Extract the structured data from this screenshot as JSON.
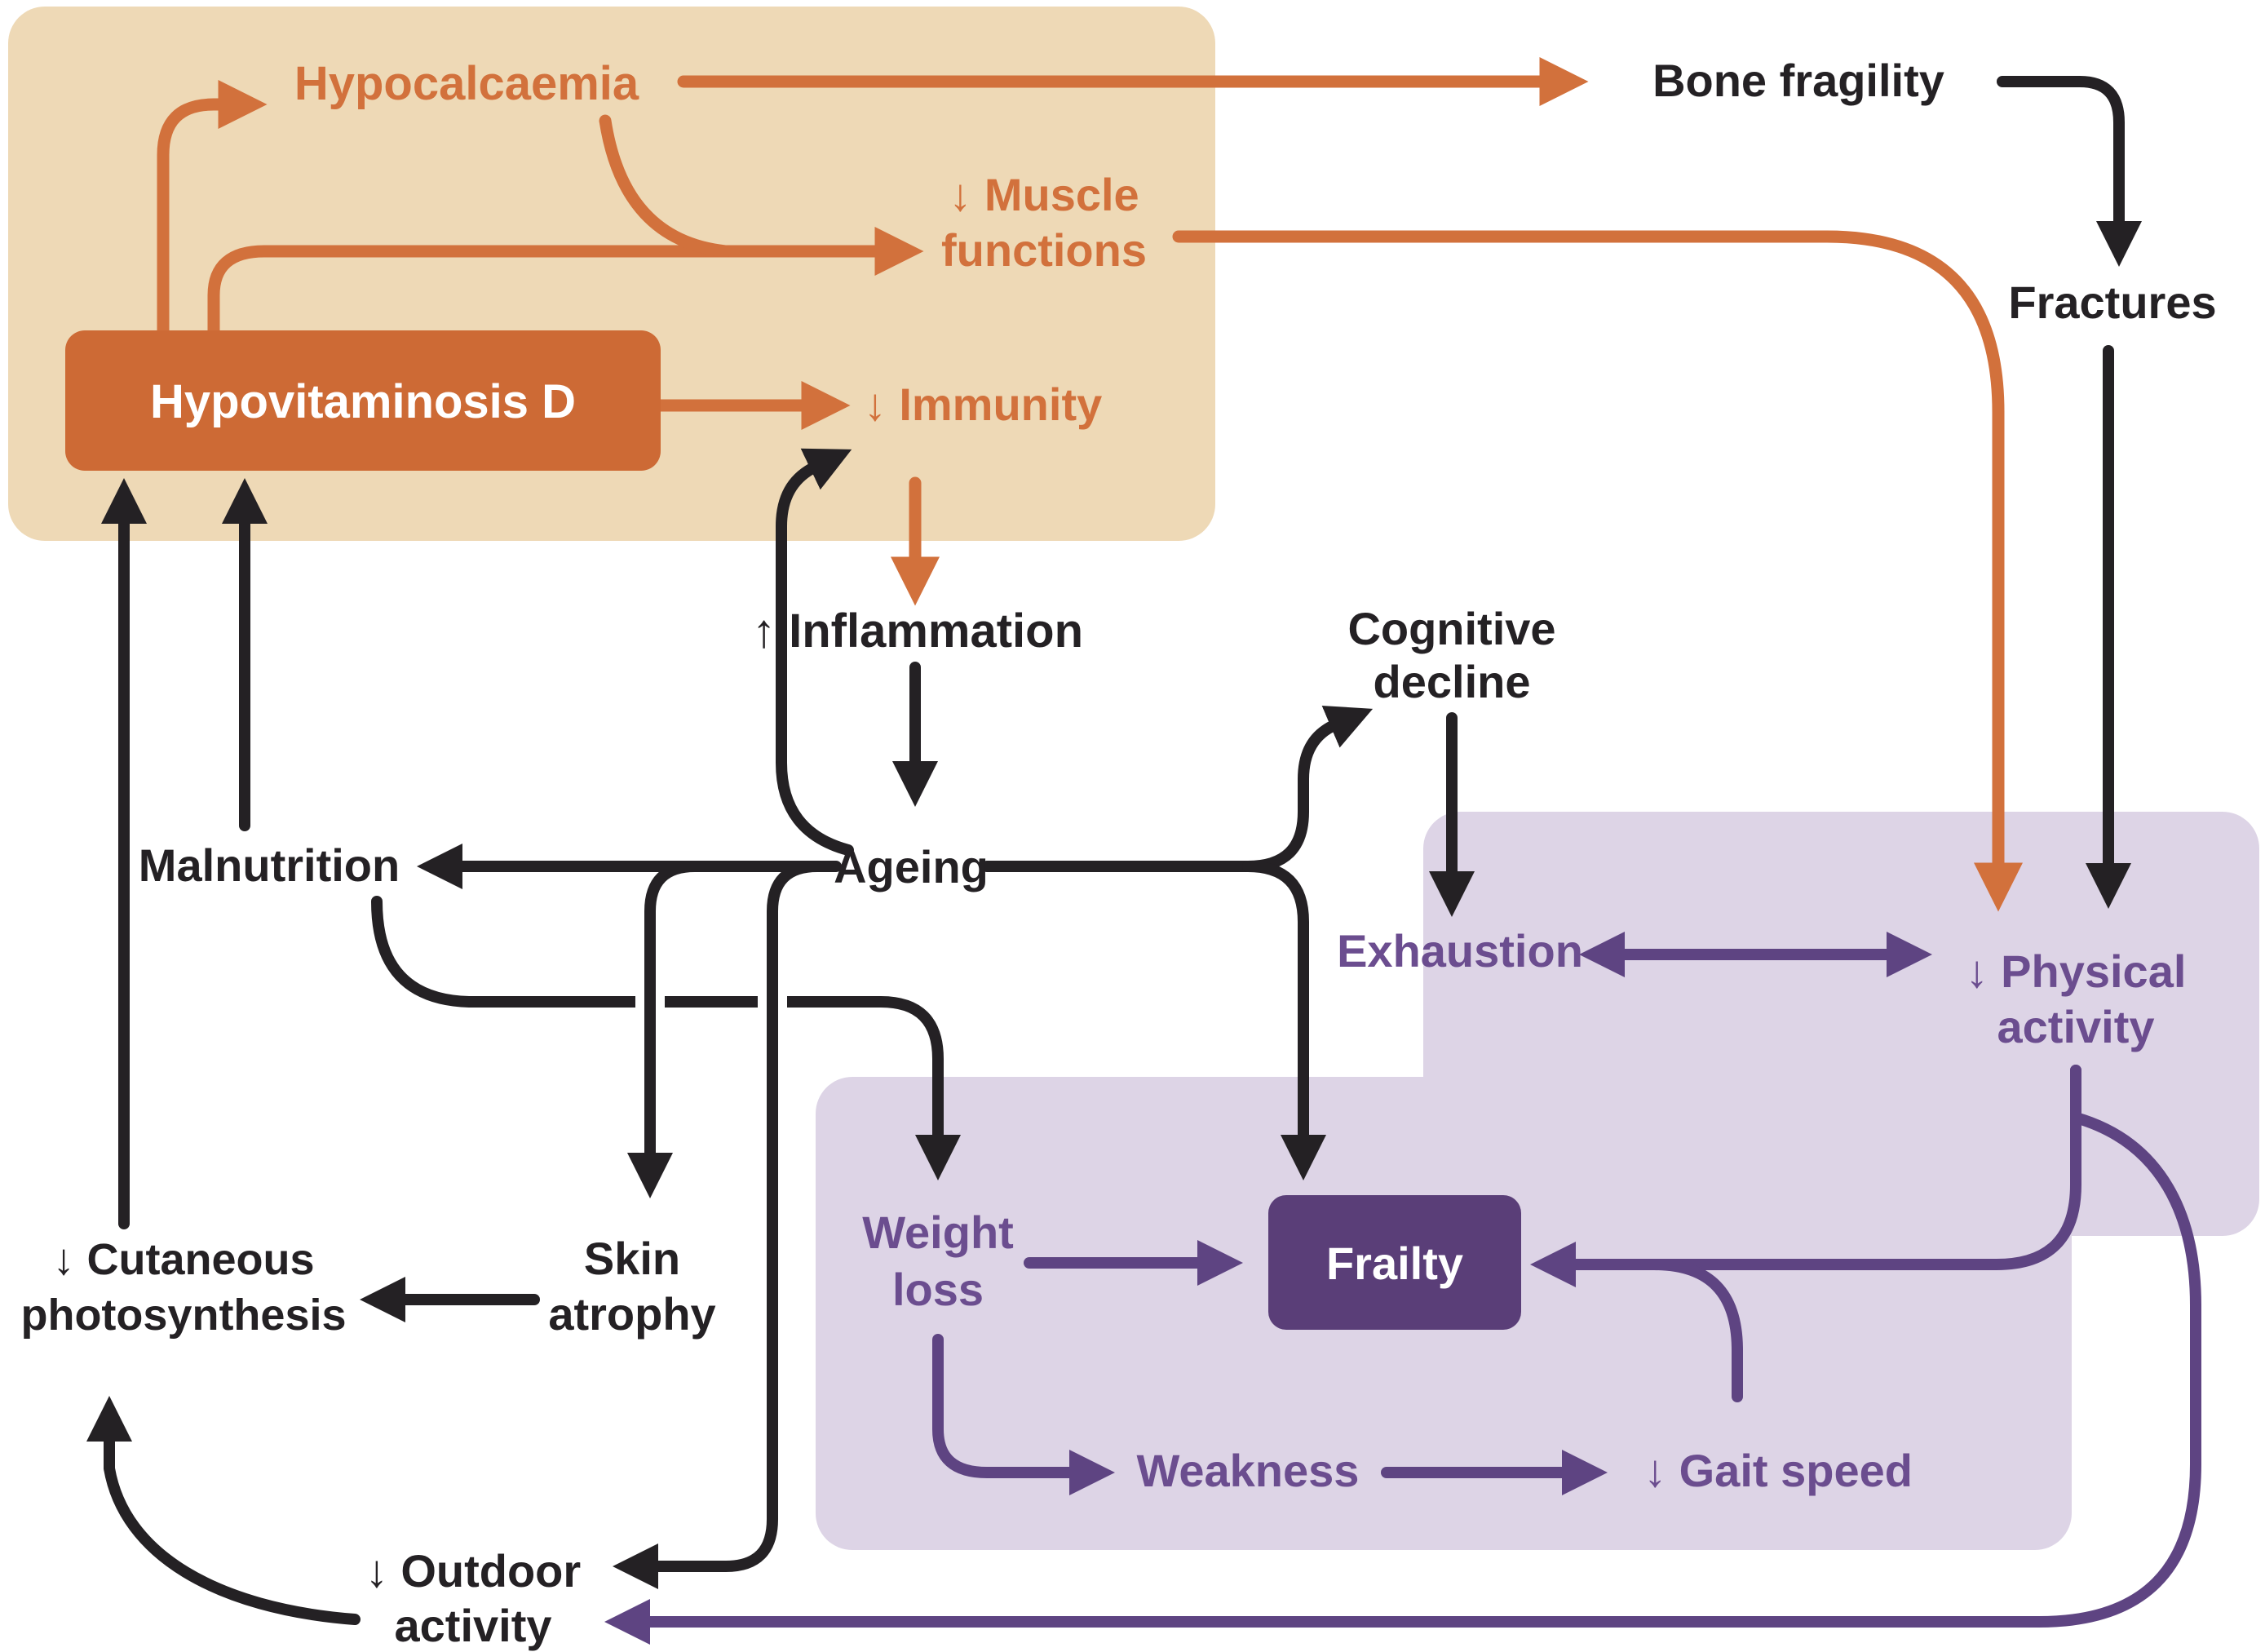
{
  "colors": {
    "beige_panel": "#eed9b6",
    "purple_panel": "#ddd4e6",
    "orange_accent": "#d2713c",
    "orange_box": "#cd6a35",
    "dark_purple_box": "#5a3e78",
    "purple_text": "#6b4d8f",
    "purple_arrow": "#5e4482",
    "black": "#242124"
  },
  "nodes": {
    "hypocalcaemia": {
      "label": "Hypocalcaemia"
    },
    "muscle_functions": {
      "line1": "↓ Muscle",
      "line2": "functions"
    },
    "hypovitaminosis_d": {
      "label": "Hypovitaminosis D"
    },
    "immunity": {
      "label": "↓ Immunity"
    },
    "bone_fragility": {
      "label": "Bone fragility"
    },
    "fractures": {
      "label": "Fractures"
    },
    "inflammation": {
      "label": "↑ Inflammation"
    },
    "ageing": {
      "label": "Ageing"
    },
    "cognitive_decline": {
      "line1": "Cognitive",
      "line2": "decline"
    },
    "malnutrition": {
      "label": "Malnutrition"
    },
    "exhaustion": {
      "label": "Exhaustion"
    },
    "physical_activity": {
      "line1": "↓ Physical",
      "line2": "activity"
    },
    "weight_loss": {
      "line1": "Weight",
      "line2": "loss"
    },
    "frailty": {
      "label": "Frailty"
    },
    "weakness": {
      "label": "Weakness"
    },
    "gait_speed": {
      "label": "↓ Gait speed"
    },
    "skin_atrophy": {
      "line1": "Skin",
      "line2": "atrophy"
    },
    "cutaneous_photosynthesis": {
      "line1": "↓ Cutaneous",
      "line2": "photosynthesis"
    },
    "outdoor_activity": {
      "line1": "↓ Outdoor",
      "line2": "activity"
    }
  }
}
